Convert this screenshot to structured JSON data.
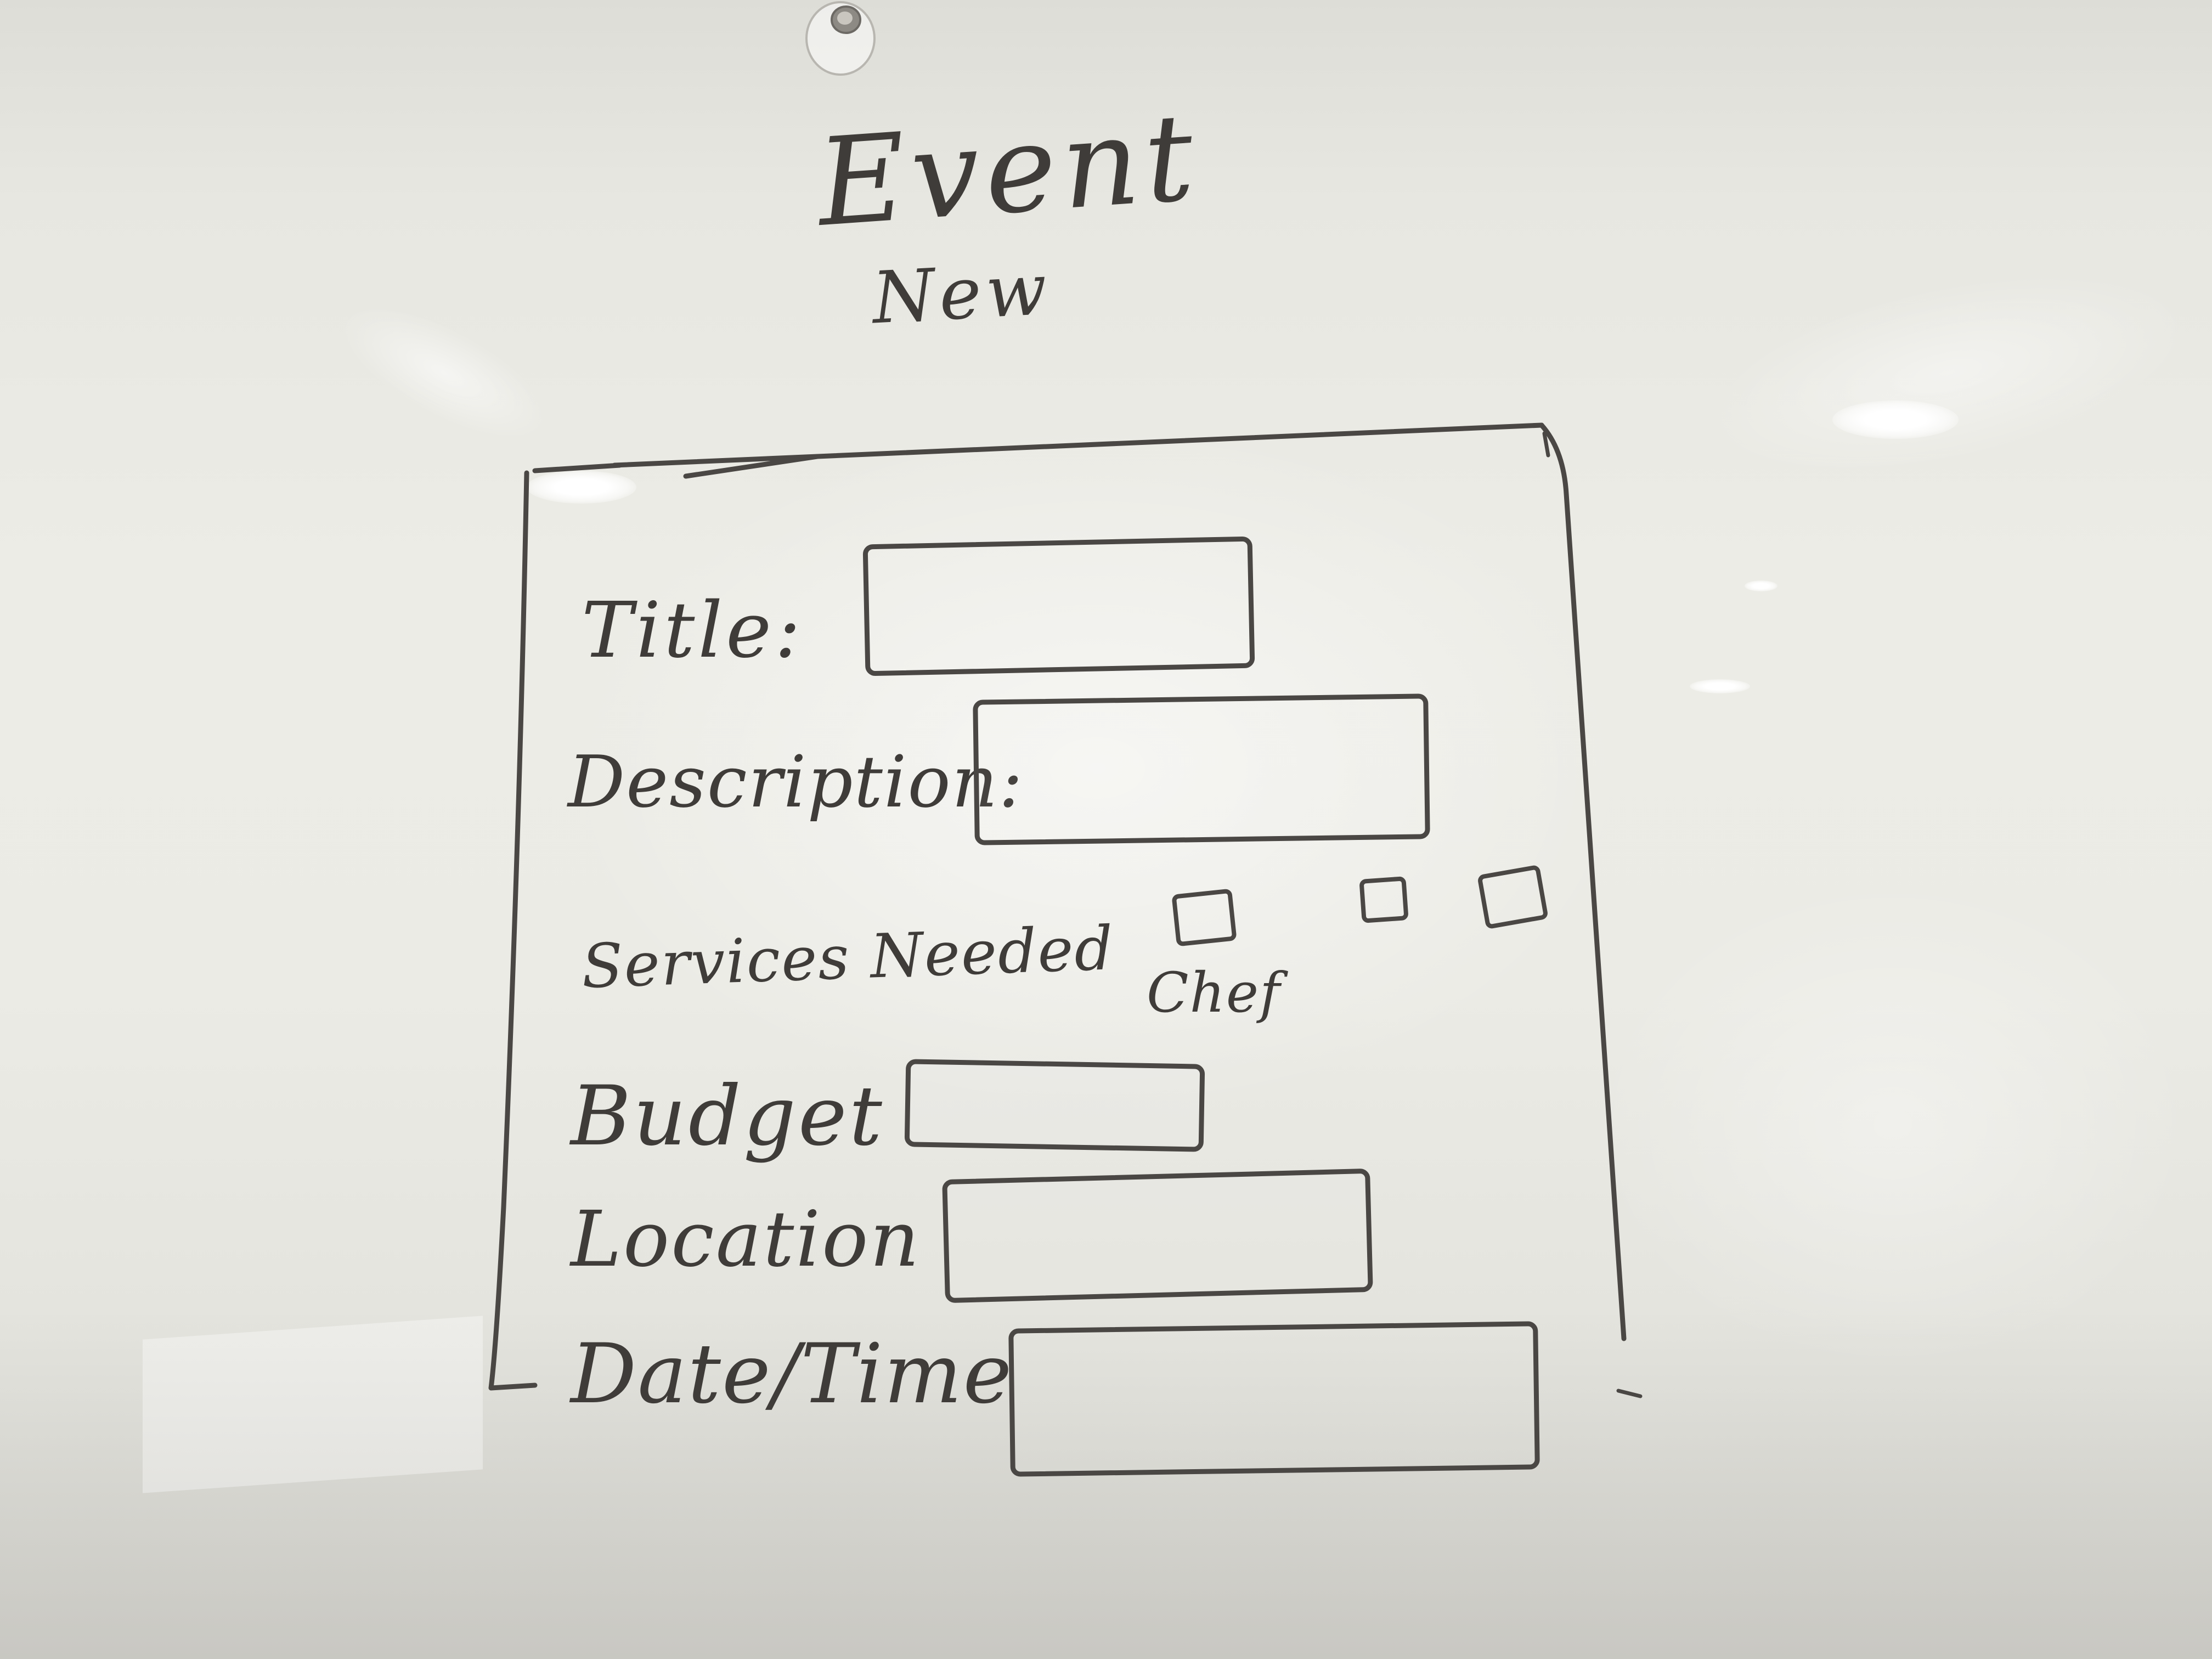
{
  "header": {
    "title": "Event",
    "subtitle": "New"
  },
  "form": {
    "title_label": "Title:",
    "description_label": "Description:",
    "services_label": "Services Needed",
    "services_options": [
      {
        "label": "Chef"
      },
      {
        "label": ""
      },
      {
        "label": ""
      }
    ],
    "budget_label": "Budget",
    "location_label": "Location",
    "datetime_label": "Date/Time"
  },
  "colors": {
    "marker": "#4a4744",
    "board": "#ebebe5"
  },
  "icons": {
    "suction_cup": "suction-cup-icon"
  }
}
